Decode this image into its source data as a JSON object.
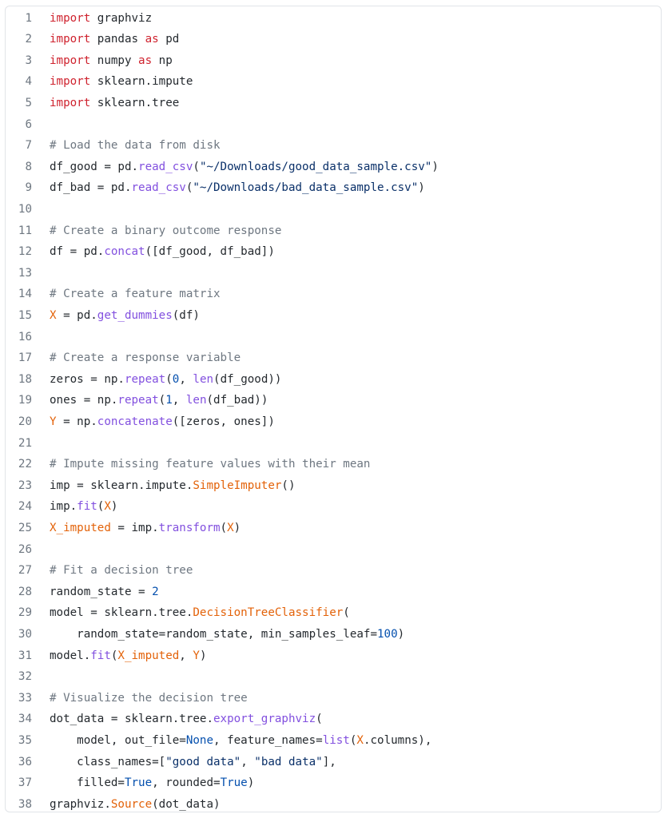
{
  "colors": {
    "keyword": "#cf222e",
    "function": "#8250df",
    "class": "#e36209",
    "number": "#0550ae",
    "string": "#0a3069",
    "comment": "#6e7781",
    "text": "#24292e"
  },
  "lines": [
    {
      "n": "1",
      "tokens": [
        [
          "kw",
          "import"
        ],
        [
          "t",
          " graphviz"
        ]
      ]
    },
    {
      "n": "2",
      "tokens": [
        [
          "kw",
          "import"
        ],
        [
          "t",
          " pandas "
        ],
        [
          "kw",
          "as"
        ],
        [
          "t",
          " pd"
        ]
      ]
    },
    {
      "n": "3",
      "tokens": [
        [
          "kw",
          "import"
        ],
        [
          "t",
          " numpy "
        ],
        [
          "kw",
          "as"
        ],
        [
          "t",
          " np"
        ]
      ]
    },
    {
      "n": "4",
      "tokens": [
        [
          "kw",
          "import"
        ],
        [
          "t",
          " sklearn.impute"
        ]
      ]
    },
    {
      "n": "5",
      "tokens": [
        [
          "kw",
          "import"
        ],
        [
          "t",
          " sklearn.tree"
        ]
      ]
    },
    {
      "n": "6",
      "tokens": []
    },
    {
      "n": "7",
      "tokens": [
        [
          "cm",
          "# Load the data from disk"
        ]
      ]
    },
    {
      "n": "8",
      "tokens": [
        [
          "t",
          "df_good = pd."
        ],
        [
          "fn",
          "read_csv"
        ],
        [
          "t",
          "("
        ],
        [
          "str",
          "\"~/Downloads/good_data_sample.csv\""
        ],
        [
          "t",
          ")"
        ]
      ]
    },
    {
      "n": "9",
      "tokens": [
        [
          "t",
          "df_bad = pd."
        ],
        [
          "fn",
          "read_csv"
        ],
        [
          "t",
          "("
        ],
        [
          "str",
          "\"~/Downloads/bad_data_sample.csv\""
        ],
        [
          "t",
          ")"
        ]
      ]
    },
    {
      "n": "10",
      "tokens": []
    },
    {
      "n": "11",
      "tokens": [
        [
          "cm",
          "# Create a binary outcome response"
        ]
      ]
    },
    {
      "n": "12",
      "tokens": [
        [
          "t",
          "df = pd."
        ],
        [
          "fn",
          "concat"
        ],
        [
          "t",
          "([df_good, df_bad])"
        ]
      ]
    },
    {
      "n": "13",
      "tokens": []
    },
    {
      "n": "14",
      "tokens": [
        [
          "cm",
          "# Create a feature matrix"
        ]
      ]
    },
    {
      "n": "15",
      "tokens": [
        [
          "var",
          "X"
        ],
        [
          "t",
          " = pd."
        ],
        [
          "fn",
          "get_dummies"
        ],
        [
          "t",
          "(df)"
        ]
      ]
    },
    {
      "n": "16",
      "tokens": []
    },
    {
      "n": "17",
      "tokens": [
        [
          "cm",
          "# Create a response variable"
        ]
      ]
    },
    {
      "n": "18",
      "tokens": [
        [
          "t",
          "zeros = np."
        ],
        [
          "fn",
          "repeat"
        ],
        [
          "t",
          "("
        ],
        [
          "num",
          "0"
        ],
        [
          "t",
          ", "
        ],
        [
          "fn",
          "len"
        ],
        [
          "t",
          "(df_good))"
        ]
      ]
    },
    {
      "n": "19",
      "tokens": [
        [
          "t",
          "ones = np."
        ],
        [
          "fn",
          "repeat"
        ],
        [
          "t",
          "("
        ],
        [
          "num",
          "1"
        ],
        [
          "t",
          ", "
        ],
        [
          "fn",
          "len"
        ],
        [
          "t",
          "(df_bad))"
        ]
      ]
    },
    {
      "n": "20",
      "tokens": [
        [
          "var",
          "Y"
        ],
        [
          "t",
          " = np."
        ],
        [
          "fn",
          "concatenate"
        ],
        [
          "t",
          "([zeros, ones])"
        ]
      ]
    },
    {
      "n": "21",
      "tokens": []
    },
    {
      "n": "22",
      "tokens": [
        [
          "cm",
          "# Impute missing feature values with their mean"
        ]
      ]
    },
    {
      "n": "23",
      "tokens": [
        [
          "t",
          "imp = sklearn.impute."
        ],
        [
          "cls",
          "SimpleImputer"
        ],
        [
          "t",
          "()"
        ]
      ]
    },
    {
      "n": "24",
      "tokens": [
        [
          "t",
          "imp."
        ],
        [
          "fn",
          "fit"
        ],
        [
          "t",
          "("
        ],
        [
          "var",
          "X"
        ],
        [
          "t",
          ")"
        ]
      ]
    },
    {
      "n": "25",
      "tokens": [
        [
          "var",
          "X_imputed"
        ],
        [
          "t",
          " = imp."
        ],
        [
          "fn",
          "transform"
        ],
        [
          "t",
          "("
        ],
        [
          "var",
          "X"
        ],
        [
          "t",
          ")"
        ]
      ]
    },
    {
      "n": "26",
      "tokens": []
    },
    {
      "n": "27",
      "tokens": [
        [
          "cm",
          "# Fit a decision tree"
        ]
      ]
    },
    {
      "n": "28",
      "tokens": [
        [
          "t",
          "random_state = "
        ],
        [
          "num",
          "2"
        ]
      ]
    },
    {
      "n": "29",
      "tokens": [
        [
          "t",
          "model = sklearn.tree."
        ],
        [
          "cls",
          "DecisionTreeClassifier"
        ],
        [
          "t",
          "("
        ]
      ]
    },
    {
      "n": "30",
      "tokens": [
        [
          "t",
          "    random_state=random_state, min_samples_leaf="
        ],
        [
          "num",
          "100"
        ],
        [
          "t",
          ")"
        ]
      ]
    },
    {
      "n": "31",
      "tokens": [
        [
          "t",
          "model."
        ],
        [
          "fn",
          "fit"
        ],
        [
          "t",
          "("
        ],
        [
          "var",
          "X_imputed"
        ],
        [
          "t",
          ", "
        ],
        [
          "var",
          "Y"
        ],
        [
          "t",
          ")"
        ]
      ]
    },
    {
      "n": "32",
      "tokens": []
    },
    {
      "n": "33",
      "tokens": [
        [
          "cm",
          "# Visualize the decision tree"
        ]
      ]
    },
    {
      "n": "34",
      "tokens": [
        [
          "t",
          "dot_data = sklearn.tree."
        ],
        [
          "fn",
          "export_graphviz"
        ],
        [
          "t",
          "("
        ]
      ]
    },
    {
      "n": "35",
      "tokens": [
        [
          "t",
          "    model, out_file="
        ],
        [
          "num",
          "None"
        ],
        [
          "t",
          ", feature_names="
        ],
        [
          "fn",
          "list"
        ],
        [
          "t",
          "("
        ],
        [
          "var",
          "X"
        ],
        [
          "t",
          ".columns),"
        ]
      ]
    },
    {
      "n": "36",
      "tokens": [
        [
          "t",
          "    class_names=["
        ],
        [
          "str",
          "\"good data\""
        ],
        [
          "t",
          ", "
        ],
        [
          "str",
          "\"bad data\""
        ],
        [
          "t",
          "],"
        ]
      ]
    },
    {
      "n": "37",
      "tokens": [
        [
          "t",
          "    filled="
        ],
        [
          "num",
          "True"
        ],
        [
          "t",
          ", rounded="
        ],
        [
          "num",
          "True"
        ],
        [
          "t",
          ")"
        ]
      ]
    },
    {
      "n": "38",
      "tokens": [
        [
          "t",
          "graphviz."
        ],
        [
          "cls",
          "Source"
        ],
        [
          "t",
          "(dot_data)"
        ]
      ]
    }
  ]
}
